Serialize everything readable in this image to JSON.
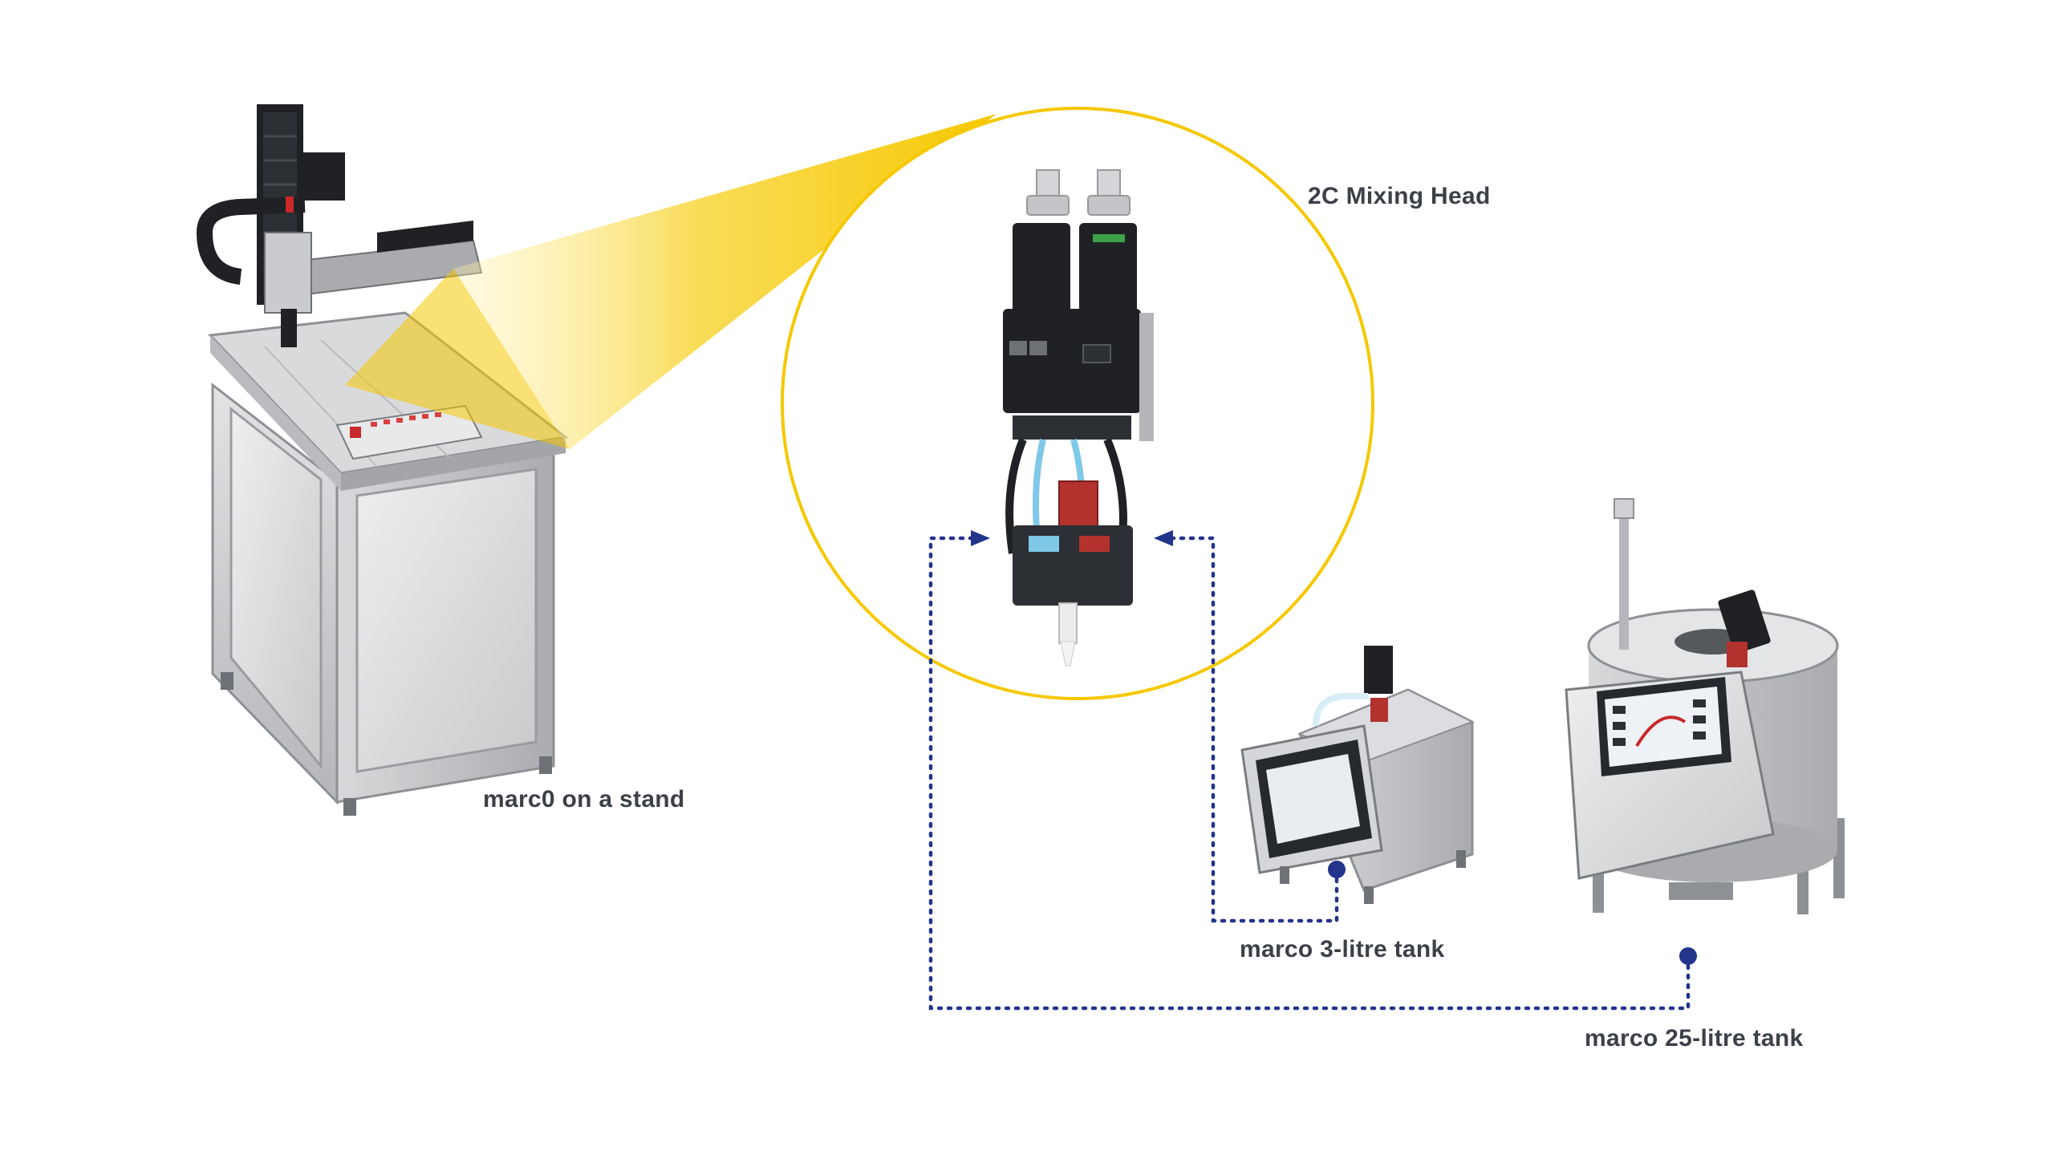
{
  "labels": {
    "mixing_head": "2C Mixing Head",
    "stand": "marc0 on a stand",
    "tank_3l": "marco 3-litre tank",
    "tank_25l": "marco 25-litre tank"
  },
  "colors": {
    "text": "#3c4048",
    "highlight": "#f6c800",
    "connector": "#23348c",
    "steel": "#c9cbce",
    "steel_dark": "#8d9094",
    "device_black": "#1f2124",
    "accent_red": "#b3322d",
    "accent_blue": "#7ec8e8"
  },
  "icons": {
    "gantry": "gantry-robot-icon",
    "mixing_head": "mixing-head-icon",
    "tank_small": "small-tank-icon",
    "tank_large": "large-tank-icon"
  }
}
